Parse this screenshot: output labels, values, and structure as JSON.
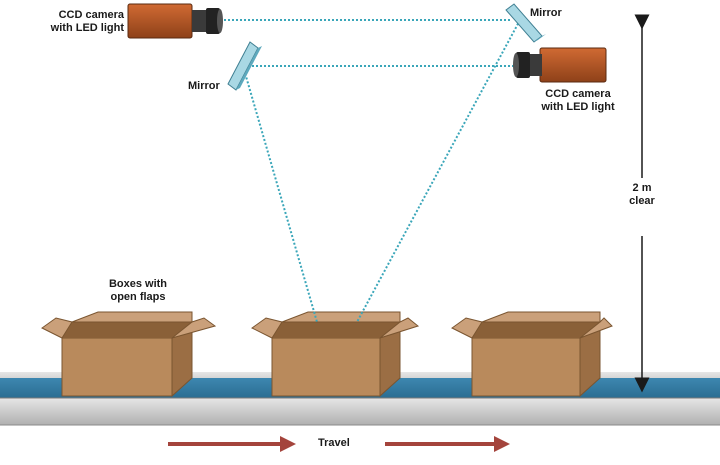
{
  "labels": {
    "camera_left": [
      "CCD camera",
      "with LED light"
    ],
    "camera_right": [
      "CCD camera",
      "with LED light"
    ],
    "mirror_left": "Mirror",
    "mirror_right": "Mirror",
    "boxes": [
      "Boxes with",
      "open flaps"
    ],
    "height": [
      "2 m",
      "clear"
    ],
    "travel": "Travel"
  },
  "colors": {
    "camera_body": "#b5582a",
    "lens": "#2a2a2a",
    "mirror": "#a9d8e4",
    "beam": "#3aa6b9",
    "box_front": "#b98a5c",
    "box_side": "#9b6e44",
    "flap": "#caa07a",
    "belt": "#4a91b7",
    "rail": "#cfcfcf",
    "arrow": "#a4443c"
  }
}
